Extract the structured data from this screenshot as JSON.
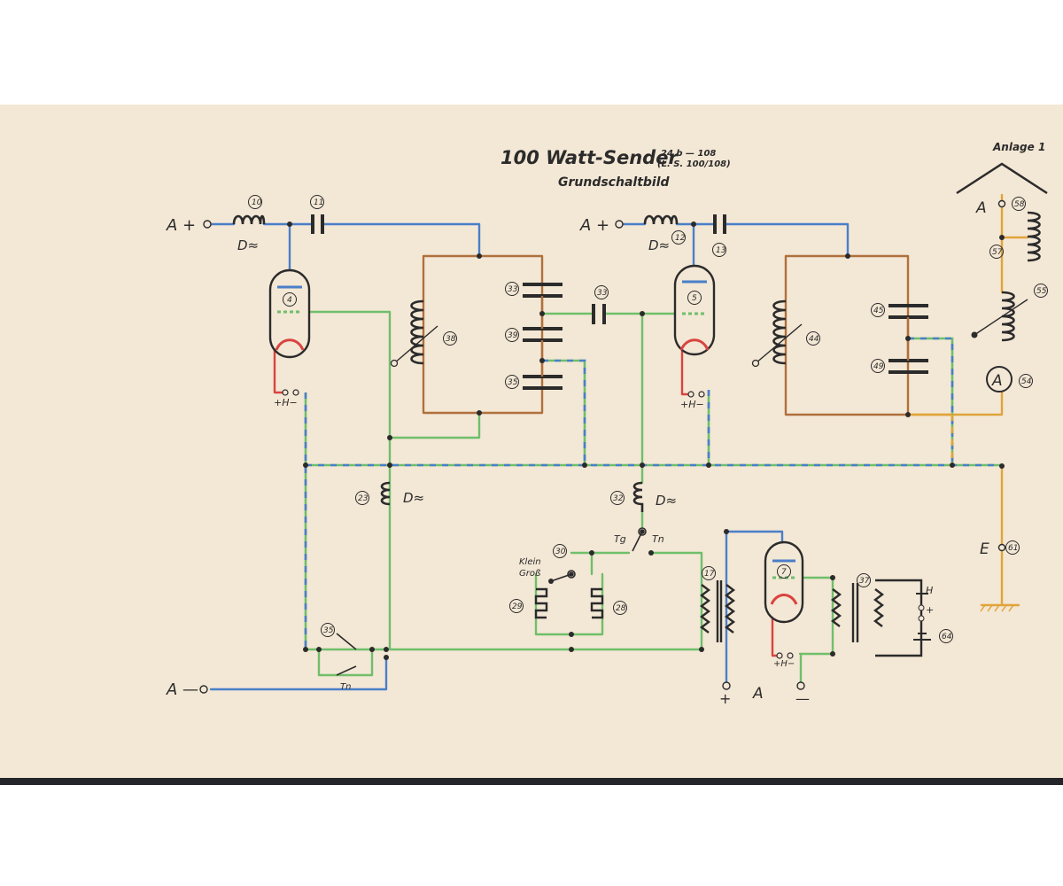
{
  "title": {
    "main": "100 Watt-Sender",
    "code": "24 b — 108",
    "code2": "(L. S. 100/108)",
    "subtitle": "Grundschaltbild",
    "annex": "Anlage 1"
  },
  "terminals": {
    "a_plus_1": "A +",
    "a_plus_2": "A +",
    "a_minus": "A —",
    "antenna": "A",
    "earth": "E",
    "bottom_plus": "+",
    "bottom_a": "A",
    "bottom_minus": "—"
  },
  "labels": {
    "choke_d1": "D≈",
    "choke_d2": "D≈",
    "choke_d3": "D≈",
    "choke_d4": "D≈",
    "heater_1": "+H−",
    "heater_2": "+H−",
    "heater_3": "+H−",
    "tg": "Tg",
    "tn": "Tn",
    "tn_key": "Tn",
    "klein": "Klein",
    "gross": "Groß",
    "battery_h": "H",
    "battery_plus": "+",
    "ammeter": "A"
  },
  "components": {
    "c10": "10",
    "c11": "11",
    "c12": "12",
    "c13": "13",
    "c4": "4",
    "c5": "5",
    "c7": "7",
    "c33a": "33",
    "c33b": "33",
    "c39": "39",
    "c35a": "35",
    "c35b": "35",
    "c38": "38",
    "c44": "44",
    "c45": "45",
    "c49": "49",
    "c58": "58",
    "c57": "57",
    "c55": "55",
    "c54": "54",
    "c23": "23",
    "c32": "32",
    "c30": "30",
    "c29": "29",
    "c28": "28",
    "c17": "17",
    "c37": "37",
    "c64": "64",
    "c61": "61"
  },
  "colors": {
    "paper": "#f3e7d5",
    "blue": "#4a7fc9",
    "green": "#6fbf6a",
    "brown": "#b0703d",
    "orange": "#e0a43a",
    "red": "#d9433f",
    "ink": "#2b2b2b"
  }
}
